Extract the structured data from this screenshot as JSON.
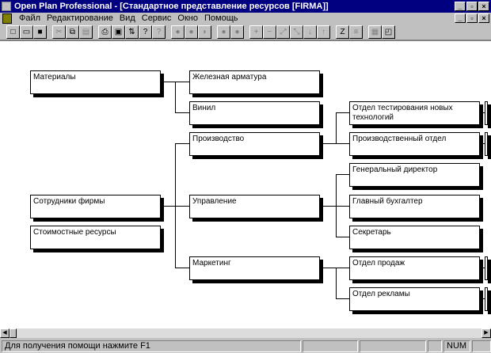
{
  "window": {
    "title": "Open Plan Professional - [Стандартное представление ресурсов [FIRMA]]"
  },
  "menu": [
    "Файл",
    "Редактирование",
    "Вид",
    "Сервис",
    "Окно",
    "Помощь"
  ],
  "toolbar": [
    "new",
    "open",
    "save",
    "cut",
    "copy",
    "paste",
    "print",
    "preview",
    "import",
    "help",
    "whatis",
    "circle1",
    "circle2",
    "circle3",
    "circle4",
    "circle5",
    "add",
    "remove",
    "link",
    "unlink",
    "down",
    "up",
    "z",
    "list",
    "tile",
    "restore"
  ],
  "boxes": [
    {
      "id": "mat",
      "label": "Материалы"
    },
    {
      "id": "arm",
      "label": "Железная арматура"
    },
    {
      "id": "vinil",
      "label": "Винил"
    },
    {
      "id": "test",
      "label": "Отдел тестирования новых технологий"
    },
    {
      "id": "proizv",
      "label": "Производство"
    },
    {
      "id": "proizvotdel",
      "label": "Производственный отдел"
    },
    {
      "id": "gendir",
      "label": "Генеральный директор"
    },
    {
      "id": "sotr",
      "label": "Сотрудники фирмы"
    },
    {
      "id": "upr",
      "label": "Управление"
    },
    {
      "id": "buh",
      "label": "Главный бухгалтер"
    },
    {
      "id": "stoim",
      "label": "Стоимостные ресурсы"
    },
    {
      "id": "sekr",
      "label": "Секретарь"
    },
    {
      "id": "mark",
      "label": "Маркетинг"
    },
    {
      "id": "prod",
      "label": "Отдел продаж"
    },
    {
      "id": "rekl",
      "label": "Отдел рекламы"
    }
  ],
  "status": {
    "message": "Для получения помощи нажмите F1",
    "num": "NUM"
  }
}
